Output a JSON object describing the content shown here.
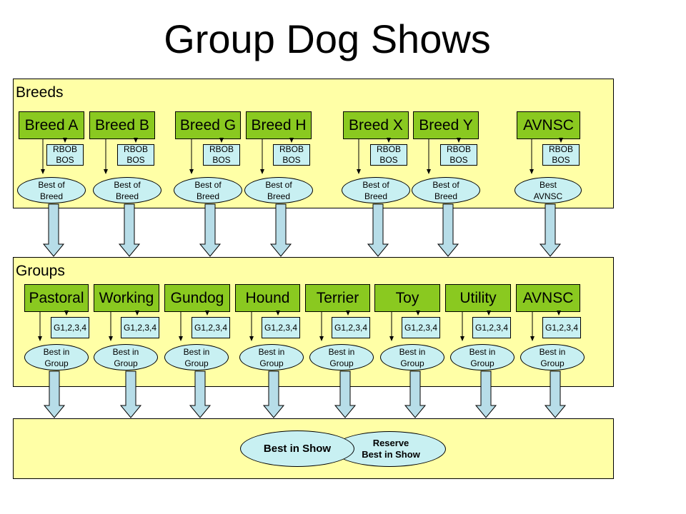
{
  "title": "Group Dog Shows",
  "breeds": {
    "label": "Breeds",
    "items": [
      {
        "name": "Breed A",
        "award": "RBOB\nBOS",
        "result": "Best of\nBreed"
      },
      {
        "name": "Breed B",
        "award": "RBOB\nBOS",
        "result": "Best of\nBreed"
      },
      {
        "name": "Breed G",
        "award": "RBOB\nBOS",
        "result": "Best of\nBreed"
      },
      {
        "name": "Breed H",
        "award": "RBOB\nBOS",
        "result": "Best of\nBreed"
      },
      {
        "name": "Breed X",
        "award": "RBOB\nBOS",
        "result": "Best of\nBreed"
      },
      {
        "name": "Breed Y",
        "award": "RBOB\nBOS",
        "result": "Best of\nBreed"
      },
      {
        "name": "AVNSC",
        "award": "RBOB\nBOS",
        "result": "Best\nAVNSC"
      }
    ]
  },
  "groups": {
    "label": "Groups",
    "items": [
      {
        "name": "Pastoral",
        "award": "G1,2,3,4",
        "result": "Best in\nGroup"
      },
      {
        "name": "Working",
        "award": "G1,2,3,4",
        "result": "Best in\nGroup"
      },
      {
        "name": "Gundog",
        "award": "G1,2,3,4",
        "result": "Best in\nGroup"
      },
      {
        "name": "Hound",
        "award": "G1,2,3,4",
        "result": "Best in\nGroup"
      },
      {
        "name": "Terrier",
        "award": "G1,2,3,4",
        "result": "Best in\nGroup"
      },
      {
        "name": "Toy",
        "award": "G1,2,3,4",
        "result": "Best in\nGroup"
      },
      {
        "name": "Utility",
        "award": "G1,2,3,4",
        "result": "Best in\nGroup"
      },
      {
        "name": "AVNSC",
        "award": "G1,2,3,4",
        "result": "Best in\nGroup"
      }
    ]
  },
  "show": {
    "best_in_show": "Best in Show",
    "reserve_best_in_show": "Reserve\nBest in Show"
  },
  "colors": {
    "title_text": "#000000",
    "panel_fill": "#ffffa6",
    "category_box_fill": "#8ac920",
    "award_fill": "#c8f0f2",
    "arrow_fill": "#b7dde8",
    "outline": "#000000"
  }
}
